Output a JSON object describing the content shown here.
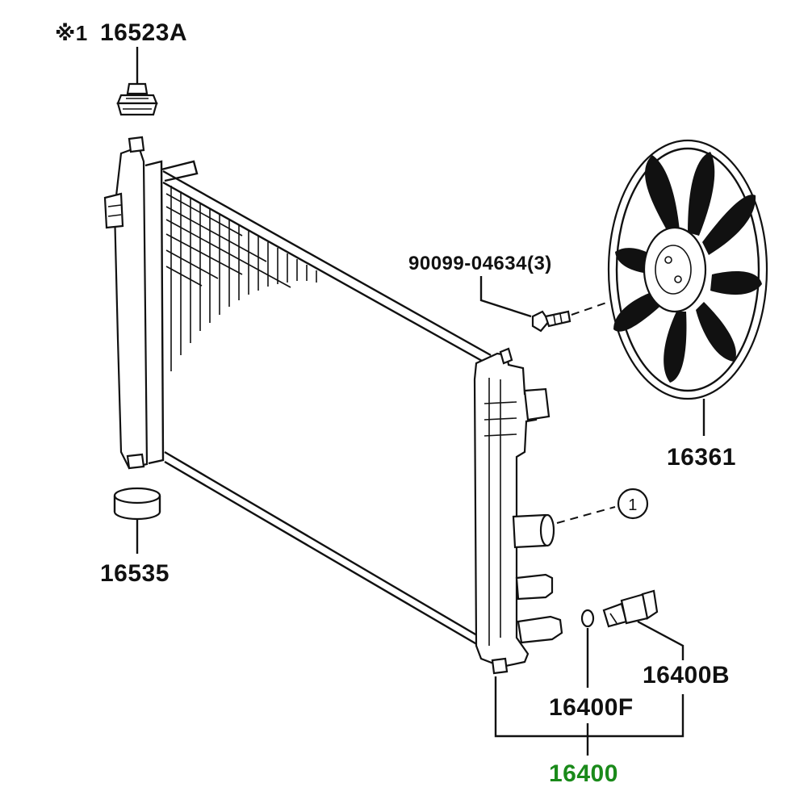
{
  "labels": {
    "cap_prefix": "※1",
    "cap": "16523A",
    "grommet": "16535",
    "bolt": "90099-04634(3)",
    "fan": "16361",
    "ref_circle": "1",
    "plug": "16400B",
    "gasket": "16400F",
    "radiator": "16400"
  },
  "colors": {
    "line": "#111111",
    "highlight": "#1a8a1a",
    "background": "#ffffff"
  }
}
